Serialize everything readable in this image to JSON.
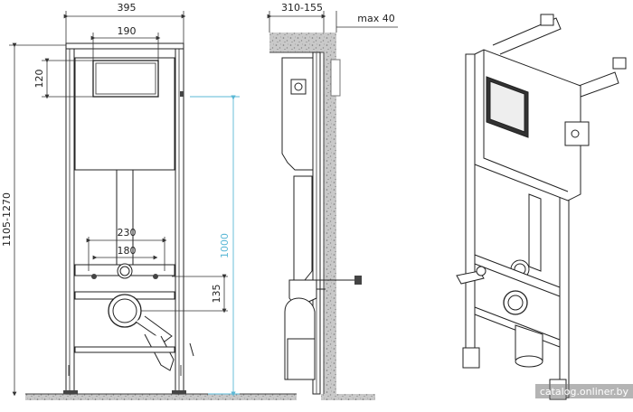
{
  "front_view": {
    "width_label": "395",
    "button_width_label": "190",
    "button_height_label": "120",
    "height_range_label": "1105-1270",
    "pipe_spacing_outer_label": "230",
    "pipe_spacing_inner_label": "180",
    "drain_height_label": "135",
    "total_height_label": "1000"
  },
  "side_view": {
    "depth_label": "310-155",
    "max_label": "max 40"
  },
  "watermark": "catalog.onliner.by"
}
